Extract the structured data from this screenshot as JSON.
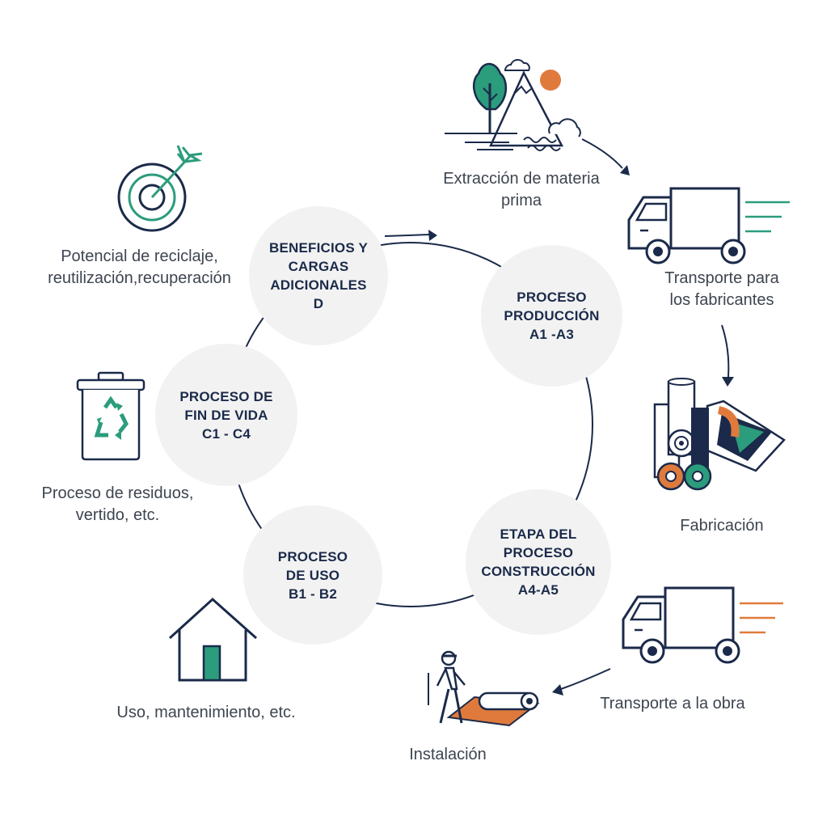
{
  "colors": {
    "navy": "#1b2a4a",
    "green": "#2b9c7c",
    "orange": "#e07a3c",
    "circle_fill": "#f2f2f2",
    "caption_text": "#3e4550"
  },
  "stages": {
    "beneficios": {
      "lines": [
        "BENEFICIOS Y",
        "CARGAS",
        "ADICIONALES",
        "D"
      ]
    },
    "produccion": {
      "lines": [
        "PROCESO",
        "PRODUCCIÓN",
        "A1 -A3"
      ]
    },
    "construccion": {
      "lines": [
        "ETAPA DEL",
        "PROCESO",
        "CONSTRUCCIÓN",
        "A4-A5"
      ]
    },
    "uso": {
      "lines": [
        "PROCESO",
        "DE USO",
        "B1 - B2"
      ]
    },
    "fin_vida": {
      "lines": [
        "PROCESO DE",
        "FIN DE VIDA",
        "C1 - C4"
      ]
    }
  },
  "captions": {
    "extraccion": [
      "Extracción de materia",
      "prima"
    ],
    "transporte_fabricantes": [
      "Transporte para",
      "los fabricantes"
    ],
    "fabricacion": [
      "Fabricación"
    ],
    "transporte_obra": [
      "Transporte a la obra"
    ],
    "instalacion": [
      "Instalación"
    ],
    "uso": [
      "Uso, mantenimiento, etc."
    ],
    "residuos": [
      "Proceso de residuos,",
      "vertido, etc."
    ],
    "reciclaje": [
      "Potencial de reciclaje,",
      "reutilización,recuperación"
    ]
  },
  "icons": {
    "extraccion": "nature-landscape-icon",
    "transporte_fabricantes": "delivery-truck-icon",
    "fabricacion": "material-rolls-icon",
    "transporte_obra": "delivery-truck-icon",
    "instalacion": "worker-rolling-carpet-icon",
    "uso": "house-icon",
    "residuos": "recycle-bin-icon",
    "reciclaje": "target-arrow-icon"
  }
}
